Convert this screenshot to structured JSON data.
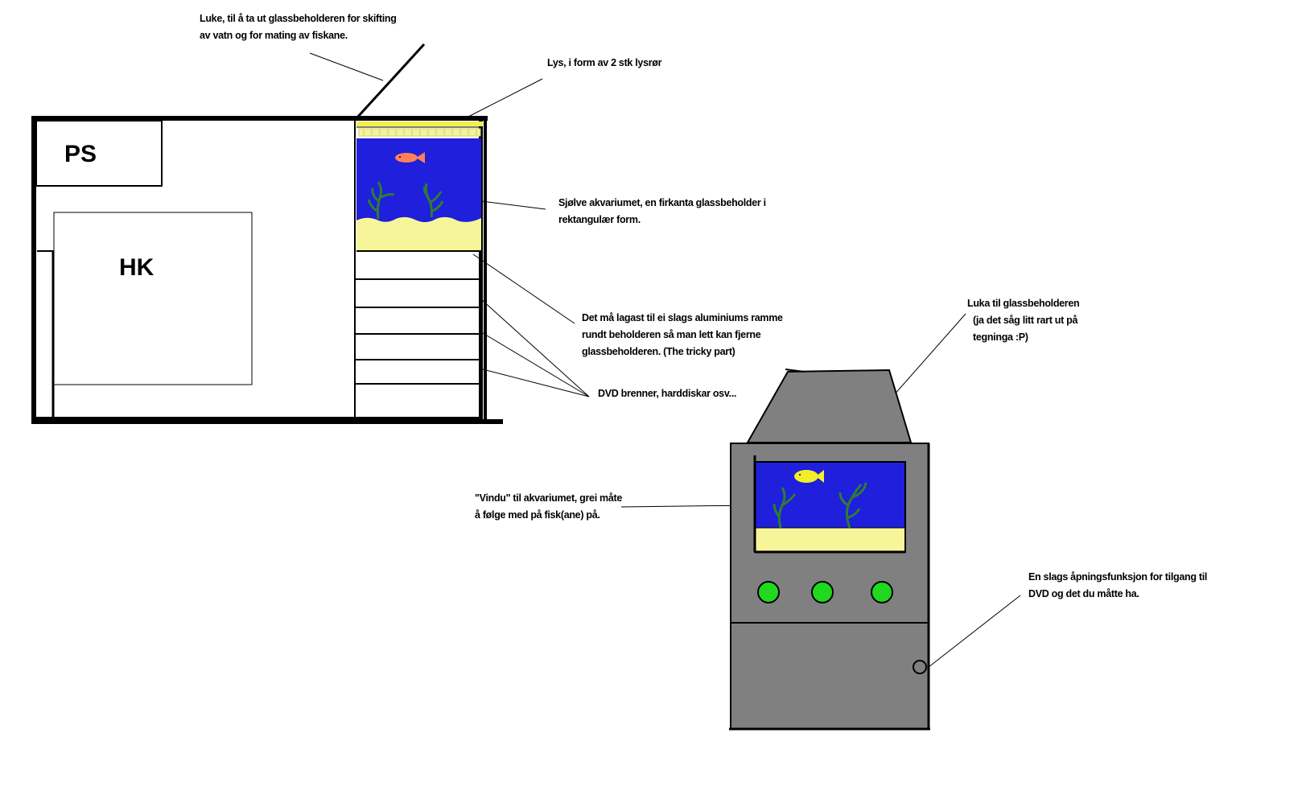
{
  "labels": {
    "ps": "PS",
    "hk": "HK",
    "luke": [
      "Luke, til å ta ut glassbeholderen for skifting",
      "av vatn og for mating av fiskane."
    ],
    "lys": "Lys, i form av 2 stk lysrør",
    "akvarium": [
      "Sjølve akvariumet, en firkanta glassbeholder i",
      "rektangulær form."
    ],
    "ramme": [
      "Det må lagast til ei slags aluminiums ramme",
      "rundt beholderen så man lett kan fjerne",
      "glassbeholderen. (The tricky part)"
    ],
    "dvd": "DVD brenner, harddiskar osv...",
    "luka": [
      "Luka til glassbeholderen",
      "(ja det såg litt rart ut på",
      "tegninga :P)"
    ],
    "vindu": [
      "\"Vindu\" til akvariumet, grei måte",
      "å følge med på fisk(ane) på."
    ],
    "apning": [
      "En slags åpningsfunksjon for tilgang til",
      "DVD og det du måtte ha."
    ]
  },
  "colors": {
    "water": "#1f1fdc",
    "sand": "#f7f59a",
    "fish_left": "#ff7f5a",
    "fish_right": "#f2ee2a",
    "plant": "#2e7d32",
    "case_gray": "#808080",
    "button_green": "#1fd81f",
    "light_tube": "#f3f04a"
  },
  "icons": [
    "fish-icon",
    "seaweed-icon",
    "light-tube-icon"
  ]
}
